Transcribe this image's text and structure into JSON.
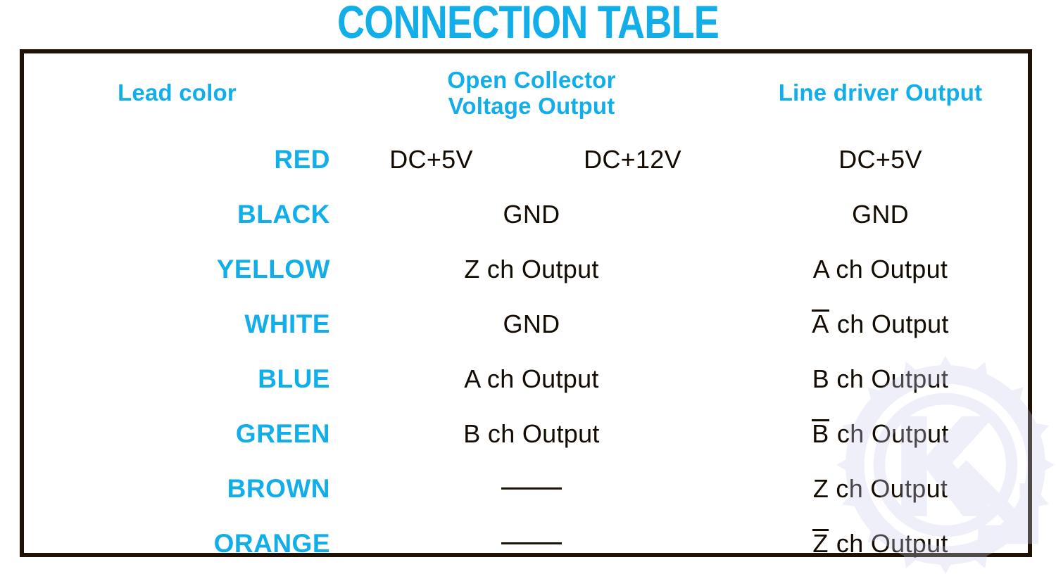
{
  "title": "CONNECTION TABLE",
  "colors": {
    "accent_blue": "#12aeea",
    "header_bg": "#b3e5fc",
    "border": "#1d1205",
    "text_dark": "#140c03",
    "watermark": "#c9cdec"
  },
  "table": {
    "header": {
      "lead_color": "Lead color",
      "open_collector_line1": "Open Collector",
      "open_collector_line2": "Voltage Output",
      "line_driver": "Line driver Output"
    },
    "rows": [
      {
        "lead": "RED",
        "oc_split": true,
        "oc_a": "DC+5V",
        "oc_b": "DC+12V",
        "ld": "DC+5V",
        "ld_overline": ""
      },
      {
        "lead": "BLACK",
        "oc_split": false,
        "oc": "GND",
        "ld": "GND",
        "ld_overline": ""
      },
      {
        "lead": "YELLOW",
        "oc_split": false,
        "oc": "Z ch Output",
        "ld": "A ch Output",
        "ld_overline": ""
      },
      {
        "lead": "WHITE",
        "oc_split": false,
        "oc": "GND",
        "ld": " ch Output",
        "ld_overline": "A"
      },
      {
        "lead": "BLUE",
        "oc_split": false,
        "oc": "A ch Output",
        "ld": "B ch Output",
        "ld_overline": ""
      },
      {
        "lead": "GREEN",
        "oc_split": false,
        "oc": "B ch Output",
        "ld": " ch Output",
        "ld_overline": "B"
      },
      {
        "lead": "BROWN",
        "oc_split": false,
        "oc": "—",
        "oc_is_dash": true,
        "ld": "Z ch Output",
        "ld_overline": ""
      },
      {
        "lead": "ORANGE",
        "oc_split": false,
        "oc": "—",
        "oc_is_dash": true,
        "ld": " ch Output",
        "ld_overline": "Z"
      }
    ]
  },
  "watermark": {
    "name": "gear-k-arrow-watermark"
  }
}
